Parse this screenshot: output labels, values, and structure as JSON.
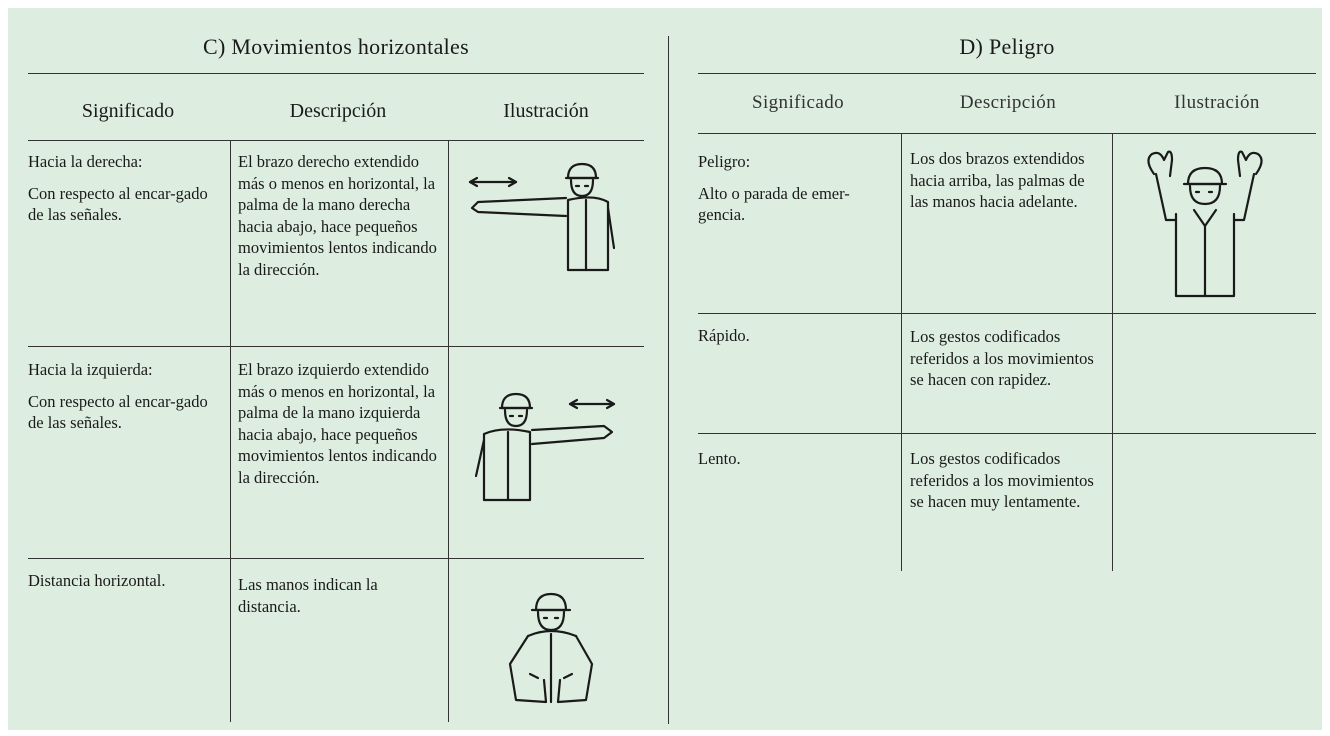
{
  "section_c": {
    "title": "C) Movimientos horizontales",
    "headers": {
      "significado": "Significado",
      "descripcion": "Descripción",
      "ilustracion": "Ilustración"
    },
    "rows": [
      {
        "significado_title": "Hacia la derecha:",
        "significado_note": "Con respecto al encar-gado de las señales.",
        "descripcion": "El brazo derecho extendido más o menos en horizontal, la palma de la mano derecha hacia abajo, hace pequeños movimientos lentos indicando la dirección.",
        "icon": "signal-right-arm-icon"
      },
      {
        "significado_title": "Hacia la izquierda:",
        "significado_note": "Con respecto al encar-gado de las señales.",
        "descripcion": "El brazo izquierdo extendido más o menos en horizontal, la palma de la mano izquierda hacia abajo, hace pequeños movimientos lentos indicando la dirección.",
        "icon": "signal-left-arm-icon"
      },
      {
        "significado_title": "Distancia horizontal.",
        "significado_note": "",
        "descripcion": "Las manos indican la distancia.",
        "icon": "signal-hands-distance-icon"
      }
    ]
  },
  "section_d": {
    "title": "D) Peligro",
    "headers": {
      "significado": "Significado",
      "descripcion": "Descripción",
      "ilustracion": "Ilustración"
    },
    "rows": [
      {
        "significado_title": "Peligro:",
        "significado_note": "Alto o parada de emer-gencia.",
        "descripcion": "Los dos brazos extendidos hacia arriba, las palmas de las manos hacia adelante.",
        "icon": "signal-both-arms-up-icon"
      },
      {
        "significado_title": "Rápido.",
        "significado_note": "",
        "descripcion": "Los gestos codificados referidos a los movimientos se hacen con rapidez.",
        "icon": ""
      },
      {
        "significado_title": "Lento.",
        "significado_note": "",
        "descripcion": "Los gestos codificados referidos a los movimientos se hacen muy lentamente.",
        "icon": ""
      }
    ]
  },
  "colors": {
    "background": "#ddeee0",
    "ink": "#1a1a1a",
    "rule": "#333333"
  }
}
